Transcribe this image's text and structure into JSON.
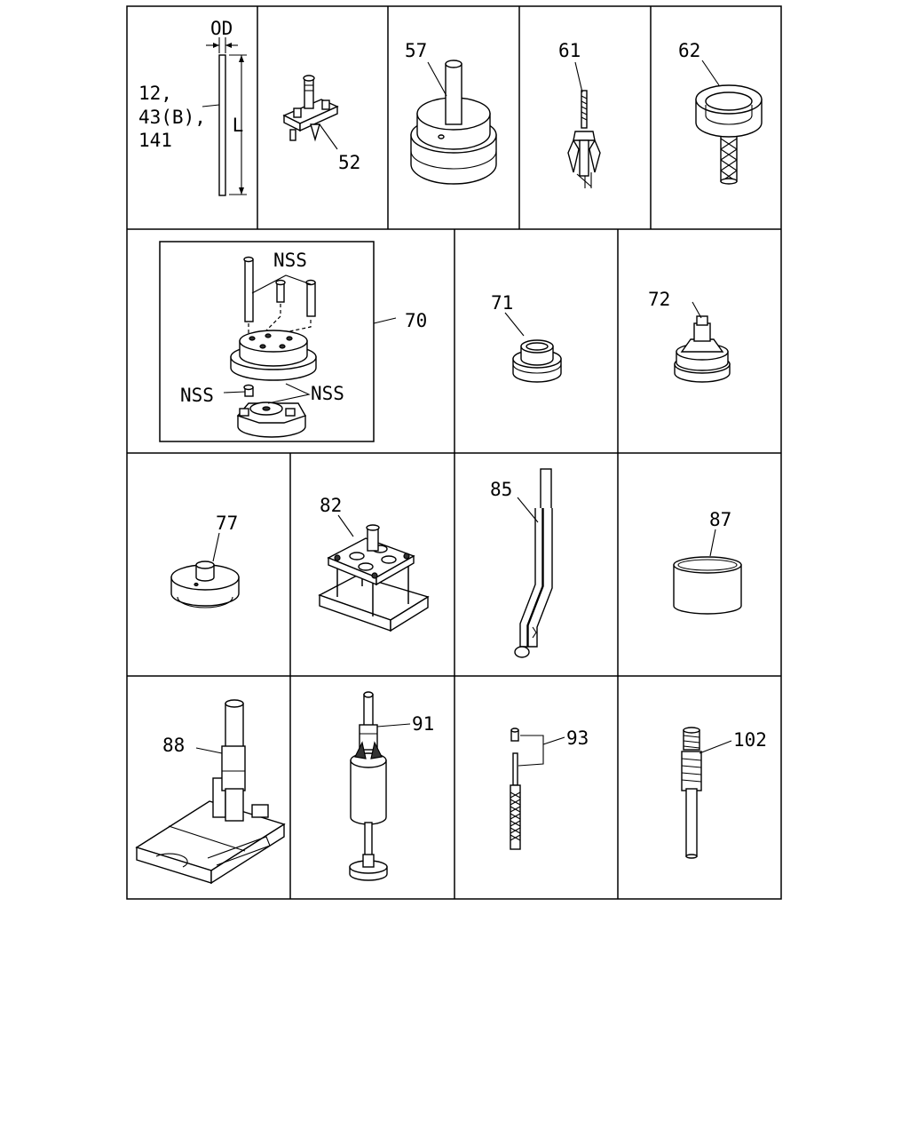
{
  "callouts": {
    "od": "OD",
    "l": "L",
    "shafts_line1": "12,",
    "shafts_line2": "43(B),",
    "shafts_line3": "141",
    "p52": "52",
    "p57": "57",
    "p61": "61",
    "p62": "62",
    "nss_top": "NSS",
    "p70": "70",
    "nss_left": "NSS",
    "nss_right": "NSS",
    "p71": "71",
    "p72": "72",
    "p77": "77",
    "p82": "82",
    "p85": "85",
    "p87": "87",
    "p88": "88",
    "p91": "91",
    "p93": "93",
    "p102": "102"
  }
}
